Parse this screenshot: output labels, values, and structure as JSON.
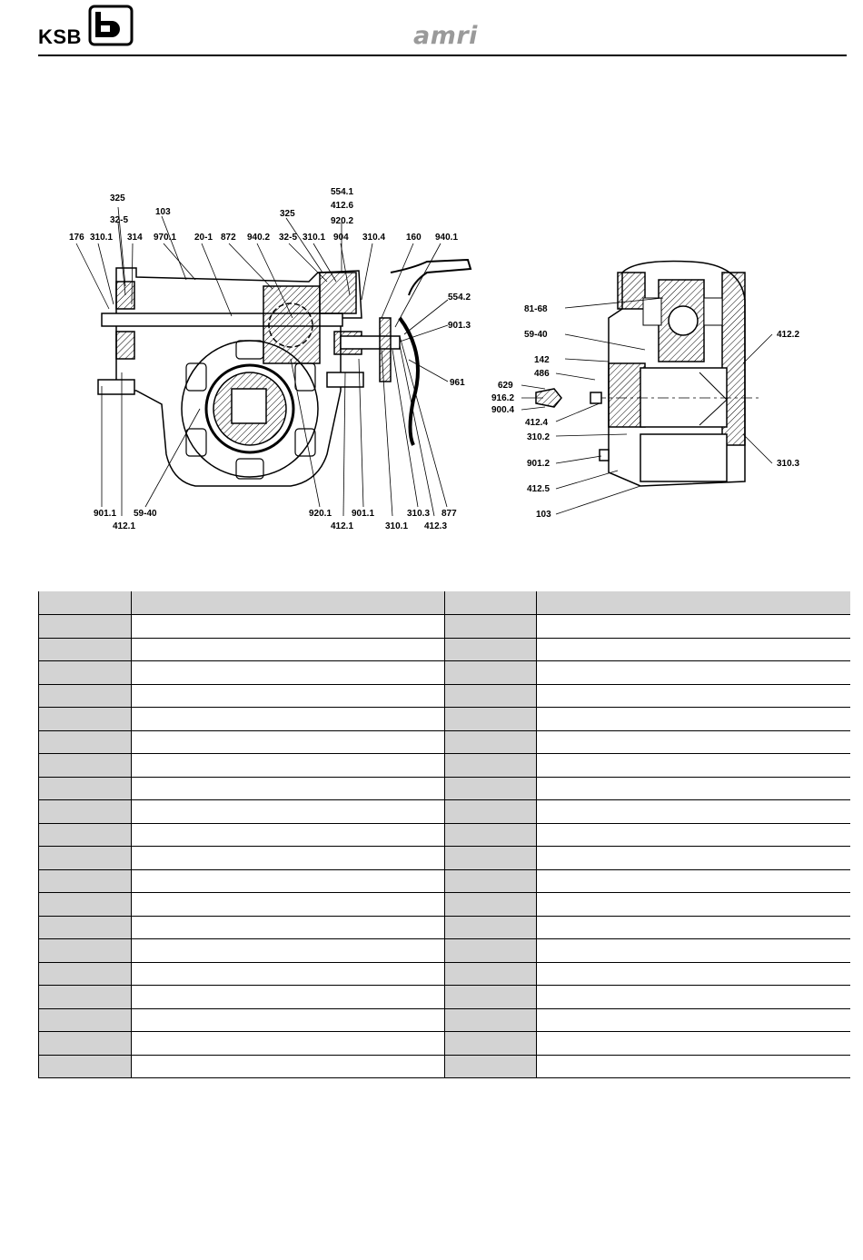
{
  "header": {
    "brand_left": "KSB",
    "brand_right": "amri"
  },
  "left_view": {
    "labels": [
      "325",
      "32-5",
      "103",
      "176",
      "310.1",
      "314",
      "970.1",
      "20-1",
      "872",
      "940.2",
      "554.1",
      "412.6",
      "920.2",
      "325",
      "32-5",
      "310.1",
      "904",
      "310.4",
      "160",
      "940.1",
      "554.2",
      "901.3",
      "961",
      "901.1",
      "412.1",
      "59-40",
      "920.1",
      "412.1",
      "901.1",
      "310.1",
      "310.3",
      "412.3",
      "877"
    ]
  },
  "right_view": {
    "labels": [
      "81-68",
      "59-40",
      "142",
      "486",
      "629",
      "916.2",
      "900.4",
      "412.4",
      "310.2",
      "901.2",
      "412.5",
      "103",
      "412.2",
      "310.3"
    ]
  },
  "parts_table": {
    "rows": 20,
    "columns": 4
  }
}
